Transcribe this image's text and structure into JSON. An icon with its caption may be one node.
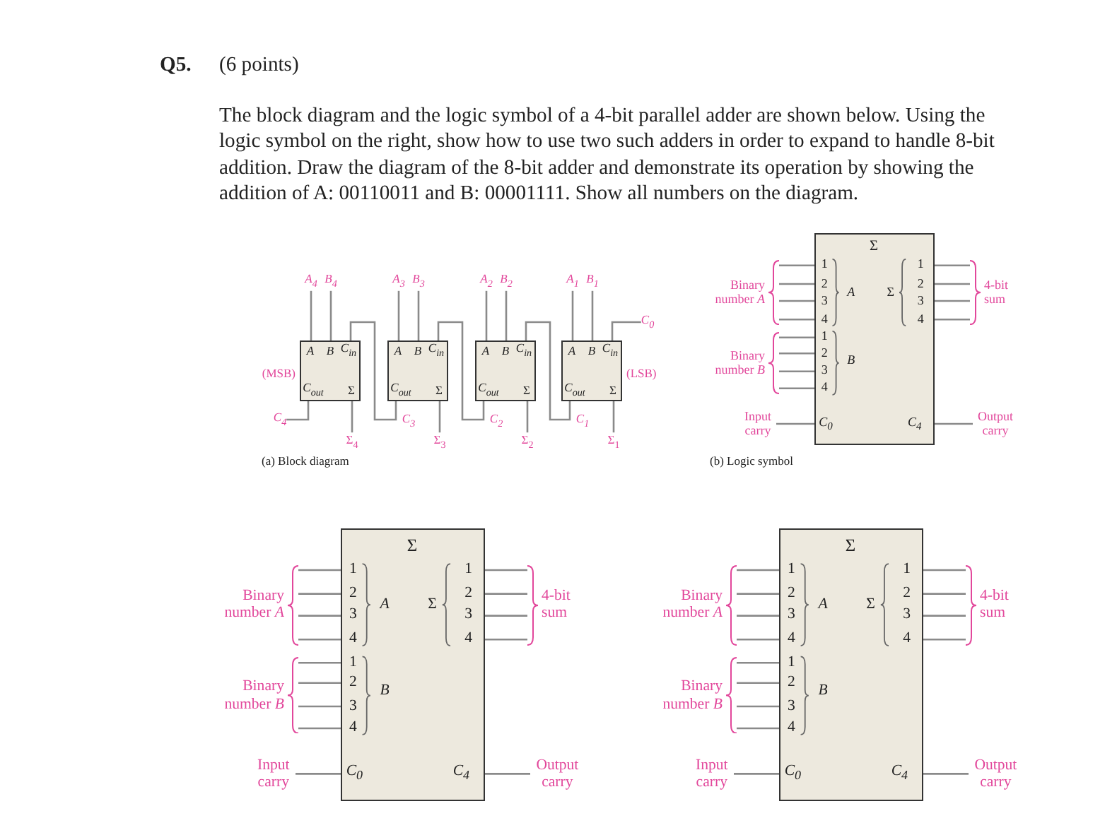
{
  "diagram": {
    "title": "Q5.",
    "nodes": [
      {
        "text": [
          "A",
          "B",
          "C$_{in}$",
          "C$_{out}$",
          "Σ"
        ],
        "beside": [
          "(MSB)"
        ]
      },
      {
        "text": [
          "A",
          "B",
          "C$_{in}$",
          "C$_{out}$",
          "Σ"
        ]
      },
      {
        "text": [
          "A",
          "B",
          "C$_{in}$",
          "C$_{out}$",
          "Σ"
        ]
      },
      {
        "text": [
          "A",
          "B",
          "C$_{in}$",
          "C$_{out}$",
          "Σ"
        ],
        "beside": [
          "(LSB)"
        ]
      },
      {
        "text": [
          "A$_{4}$"
        ]
      },
      {
        "text": [
          "B$_{4}$"
        ]
      },
      {
        "text": [
          "A$_{3}$"
        ]
      },
      {
        "text": [
          "B$_{3}$"
        ]
      },
      {
        "text": [
          "A$_{2}$"
        ]
      },
      {
        "text": [
          "B$_{2}$"
        ]
      },
      {
        "text": [
          "A$_{1}$"
        ]
      },
      {
        "text": [
          "B$_{1}$"
        ]
      },
      {
        "text": [
          "C$_{0}$"
        ]
      },
      {
        "text": [
          "C$_{4}$"
        ]
      },
      {
        "text": [
          "Σ$_{4}$"
        ]
      },
      {
        "text": [
          "Σ$_{3}$"
        ]
      },
      {
        "text": [
          "Σ$_{2}$"
        ]
      },
      {
        "text": [
          "Σ$_{1}$"
        ]
      },
      {
        "text": [
          "Σ",
          "1",
          "2",
          "3",
          "4",
          "A",
          "1",
          "2",
          "3",
          "4",
          "B",
          "Σ",
          "1",
          "2",
          "3",
          "4",
          "C$_{0}$",
          "C$_{4}$"
        ]
      },
      {
        "text": [
          "Binary number *A*"
        ]
      },
      {
        "text": [
          "Binary number *B*"
        ]
      },
      {
        "text": [
          "4-bit sum"
        ]
      },
      {
        "text": [
          "Input carry"
        ]
      },
      {
        "text": [
          "Output carry"
        ]
      },
      {
        "text": [
          "Σ",
          "1",
          "2",
          "3",
          "4",
          "A",
          "1",
          "2",
          "3",
          "4",
          "B",
          "Σ",
          "1",
          "2",
          "3",
          "4",
          "C$_{0}$",
          "C$_{4}$"
        ]
      },
      {
        "text": [
          "Binary number *A*"
        ]
      },
      {
        "text": [
          "Binary number *B*"
        ]
      },
      {
        "text": [
          "4-bit sum"
        ]
      },
      {
        "text": [
          "Input carry"
        ]
      },
      {
        "text": [
          "Output carry"
        ]
      },
      {
        "text": [
          "Σ",
          "1",
          "2",
          "3",
          "4",
          "A",
          "1",
          "2",
          "3",
          "4",
          "B",
          "Σ",
          "1",
          "2",
          "3",
          "4",
          "C$_{0}$",
          "C$_{4}$"
        ]
      },
      {
        "text": [
          "Binary number *A*"
        ]
      },
      {
        "text": [
          "Binary number *B*"
        ]
      },
      {
        "text": [
          "4-bit sum"
        ]
      },
      {
        "text": [
          "Input carry"
        ]
      },
      {
        "text": [
          "Output carry"
        ]
      }
    ],
    "edges": [
      {
        "from": 4,
        "to": 0,
        "arrow": "none"
      },
      {
        "from": 5,
        "to": 0,
        "arrow": "none"
      },
      {
        "from": 6,
        "to": 1,
        "arrow": "none"
      },
      {
        "from": 7,
        "to": 1,
        "arrow": "none"
      },
      {
        "from": 8,
        "to": 2,
        "arrow": "none"
      },
      {
        "from": 9,
        "to": 2,
        "arrow": "none"
      },
      {
        "from": 10,
        "to": 3,
        "arrow": "none"
      },
      {
        "from": 11,
        "to": 3,
        "arrow": "none"
      },
      {
        "from": 12,
        "to": 3,
        "arrow": "none"
      },
      {
        "from": 3,
        "to": 2,
        "label": "C$_{1}$",
        "arrow": "none"
      },
      {
        "from": 2,
        "to": 1,
        "label": "C$_{2}$",
        "arrow": "none"
      },
      {
        "from": 1,
        "to": 0,
        "label": "C$_{3}$",
        "arrow": "none"
      },
      {
        "from": 0,
        "to": 13,
        "arrow": "none"
      },
      {
        "from": 0,
        "to": 14,
        "arrow": "none"
      },
      {
        "from": 1,
        "to": 15,
        "arrow": "none"
      },
      {
        "from": 2,
        "to": 16,
        "arrow": "none"
      },
      {
        "from": 3,
        "to": 17,
        "arrow": "none"
      },
      {
        "from": 19,
        "to": 18,
        "arrow": "none"
      },
      {
        "from": 19,
        "to": 18,
        "arrow": "none"
      },
      {
        "from": 19,
        "to": 18,
        "arrow": "none"
      },
      {
        "from": 19,
        "to": 18,
        "arrow": "none"
      },
      {
        "from": 20,
        "to": 18,
        "arrow": "none"
      },
      {
        "from": 20,
        "to": 18,
        "arrow": "none"
      },
      {
        "from": 20,
        "to": 18,
        "arrow": "none"
      },
      {
        "from": 20,
        "to": 18,
        "arrow": "none"
      },
      {
        "from": 18,
        "to": 21,
        "arrow": "none"
      },
      {
        "from": 18,
        "to": 21,
        "arrow": "none"
      },
      {
        "from": 18,
        "to": 21,
        "arrow": "none"
      },
      {
        "from": 18,
        "to": 21,
        "arrow": "none"
      },
      {
        "from": 22,
        "to": 18,
        "arrow": "none"
      },
      {
        "from": 18,
        "to": 23,
        "arrow": "none"
      },
      {
        "from": 25,
        "to": 24,
        "arrow": "none"
      },
      {
        "from": 25,
        "to": 24,
        "arrow": "none"
      },
      {
        "from": 25,
        "to": 24,
        "arrow": "none"
      },
      {
        "from": 25,
        "to": 24,
        "arrow": "none"
      },
      {
        "from": 26,
        "to": 24,
        "arrow": "none"
      },
      {
        "from": 26,
        "to": 24,
        "arrow": "none"
      },
      {
        "from": 26,
        "to": 24,
        "arrow": "none"
      },
      {
        "from": 26,
        "to": 24,
        "arrow": "none"
      },
      {
        "from": 24,
        "to": 27,
        "arrow": "none"
      },
      {
        "from": 24,
        "to": 27,
        "arrow": "none"
      },
      {
        "from": 24,
        "to": 27,
        "arrow": "none"
      },
      {
        "from": 24,
        "to": 27,
        "arrow": "none"
      },
      {
        "from": 28,
        "to": 24,
        "arrow": "none"
      },
      {
        "from": 24,
        "to": 29,
        "arrow": "none"
      },
      {
        "from": 31,
        "to": 30,
        "arrow": "none"
      },
      {
        "from": 31,
        "to": 30,
        "arrow": "none"
      },
      {
        "from": 31,
        "to": 30,
        "arrow": "none"
      },
      {
        "from": 31,
        "to": 30,
        "arrow": "none"
      },
      {
        "from": 32,
        "to": 30,
        "arrow": "none"
      },
      {
        "from": 32,
        "to": 30,
        "arrow": "none"
      },
      {
        "from": 32,
        "to": 30,
        "arrow": "none"
      },
      {
        "from": 32,
        "to": 30,
        "arrow": "none"
      },
      {
        "from": 30,
        "to": 33,
        "arrow": "none"
      },
      {
        "from": 30,
        "to": 33,
        "arrow": "none"
      },
      {
        "from": 30,
        "to": 33,
        "arrow": "none"
      },
      {
        "from": 30,
        "to": 33,
        "arrow": "none"
      },
      {
        "from": 34,
        "to": 30,
        "arrow": "none"
      },
      {
        "from": 30,
        "to": 35,
        "arrow": "none"
      }
    ],
    "labels": [
      "(6 points)",
      "The block diagram and the logic symbol of a 4-bit parallel adder are shown below.  Using the logic symbol on the right, show how to use two such adders in order to expand to handle 8-bit addition.  Draw the diagram of the 8-bit adder and demonstrate its operation by showing the addition of A: 00110011 and B: 00001111.  Show all numbers on the diagram.",
      "(a) Block diagram",
      "(b) Logic symbol"
    ]
  }
}
